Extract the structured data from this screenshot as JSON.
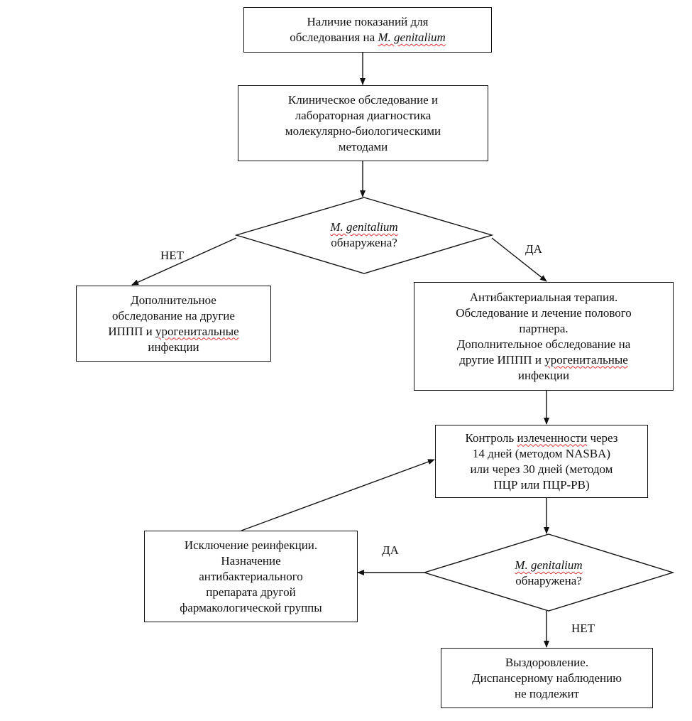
{
  "nodes": {
    "start": {
      "line1": "Наличие показаний для",
      "line2_prefix": "обследования на ",
      "species": "M. genitalium"
    },
    "exam": {
      "text": "Клиническое обследование и лабораторная диагностика молекулярно-биологическими методами"
    },
    "decision1": {
      "species": "M. genitalium",
      "question": "обнаружена?"
    },
    "no_branch1": {
      "line1": "Дополнительное",
      "line2": "обследование на другие",
      "line3_prefix": "ИППП и ",
      "line3_word": "урогенитальные",
      "line4": "инфекции"
    },
    "yes_branch1": {
      "line1": "Антибактериальная терапия.",
      "line2": "Обследование и лечение полового",
      "line3": "партнера.",
      "line4": "Дополнительное обследование на",
      "line5_prefix": "другие ИППП и ",
      "line5_word": "урогенитальные",
      "line6": "инфекции"
    },
    "control": {
      "line1_a": "Контроль ",
      "line1_word": "излеченности",
      "line1_b": " через",
      "line2": "14 дней (методом NASBA)",
      "line3": "или через 30 дней (методом",
      "line4": "ПЦР или ПЦР-РВ)"
    },
    "decision2": {
      "species": "M. genitalium",
      "question": "обнаружена?"
    },
    "reinfection": {
      "line1": "Исключение реинфекции.",
      "line2": "Назначение",
      "line3": "антибактериального",
      "line4": "препарата другой",
      "line5": "фармакологической группы"
    },
    "recovery": {
      "line1": "Выздоровление.",
      "line2": "Диспансерному наблюдению",
      "line3": "не подлежит"
    }
  },
  "edge_labels": {
    "no1": "НЕТ",
    "yes1": "ДА",
    "yes2": "ДА",
    "no2": "НЕТ"
  }
}
